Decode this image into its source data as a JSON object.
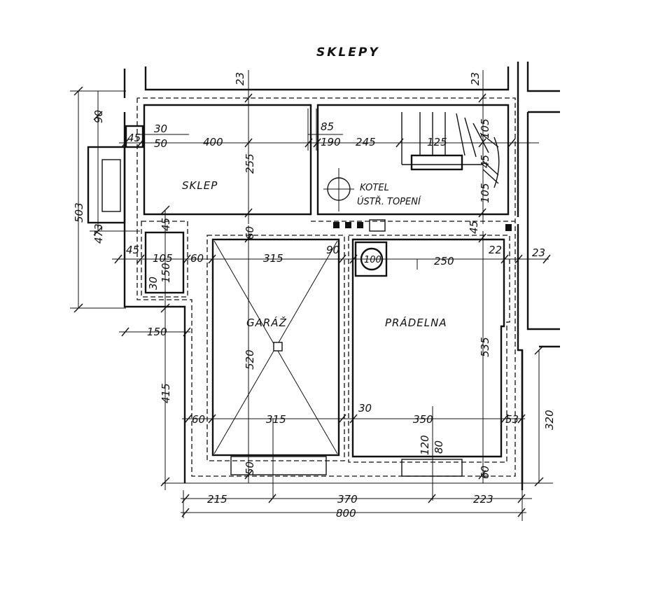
{
  "title": "SKLEPY",
  "rooms": {
    "sklep": "SKLEP",
    "kotel_line1": "KOTEL",
    "kotel_line2": "ÚSTŘ. TOPENÍ",
    "garaz": "GARÁŽ",
    "pradelna": "PRÁDELNA",
    "circle": "100"
  },
  "dimensions": {
    "d_23a": "23",
    "d_23b": "23",
    "d_90": "90",
    "d_30": "30",
    "d_50": "50",
    "d_45a": "45",
    "d_400": "400",
    "d_255": "255",
    "d_85": "85",
    "d_190": "190",
    "d_245": "245",
    "d_125": "125",
    "d_105a": "105",
    "d_45b": "45",
    "d_105b": "105",
    "d_503": "503",
    "d_473": "473",
    "d_45c": "45",
    "d_60a": "60",
    "d_45d": "45",
    "d_105c": "105",
    "d_60b": "60",
    "d_315a": "315",
    "d_90b": "90",
    "d_250": "250",
    "d_22": "22",
    "d_23c": "23",
    "d_45e": "45",
    "d_30b": "30",
    "d_150a": "150",
    "d_150b": "150",
    "d_520": "520",
    "d_535": "535",
    "d_415": "415",
    "d_60c": "60",
    "d_315b": "315",
    "d_30c": "30",
    "d_350": "350",
    "d_53": "53",
    "d_320": "320",
    "d_120": "120",
    "d_80": "80",
    "d_50b": "50",
    "d_60d": "60",
    "d_215": "215",
    "d_370": "370",
    "d_223": "223",
    "d_800": "800"
  }
}
